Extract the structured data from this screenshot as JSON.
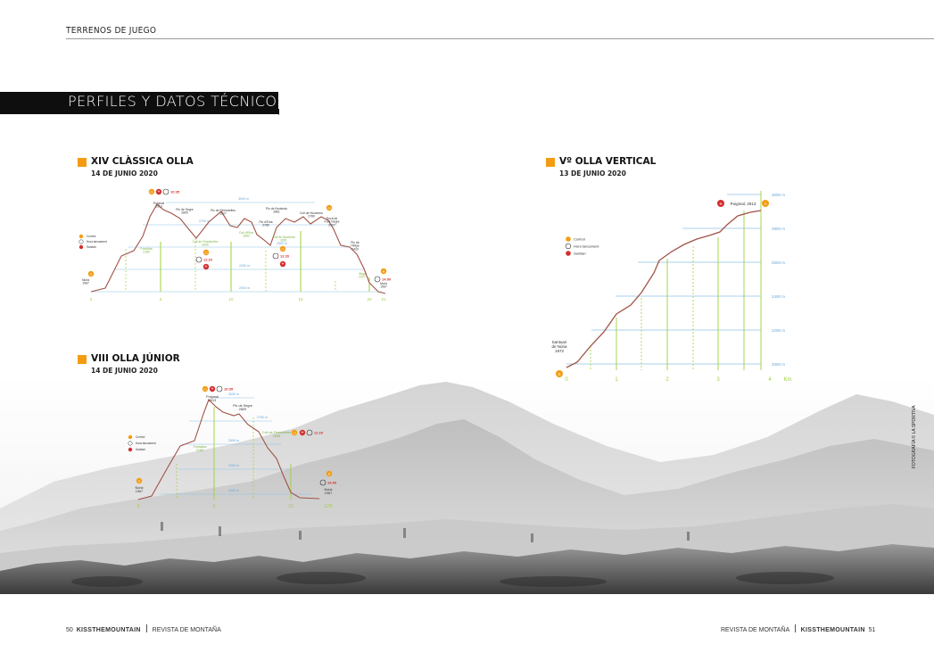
{
  "header": {
    "section": "TERRENOS DE JUEGO",
    "banner": "PERFILES Y DATOS TÉCNICOS"
  },
  "legend": {
    "control": "Control",
    "hora": "Hora tancament",
    "senior": "Sanitari"
  },
  "races": [
    {
      "title": "XIV CLÀSSICA OLLA",
      "date": "14 DE JUNIO 2020"
    },
    {
      "title": "Vº OLLA VERTICAL",
      "date": "13 DE JUNIO 2020"
    },
    {
      "title": "VIII OLLA JÚNIOR",
      "date": "14 DE JUNIO 2020"
    }
  ],
  "classica": {
    "points": [
      "Núria\n1967",
      "Fontalba\n2180",
      "Puigmal\n2913",
      "Pic de Segre\n2809",
      "Pic de Finestrelles\n2827",
      "Coll de Finestrelles\n2606",
      "Pic d'Eina\n2789",
      "Coll d'Eina\n2683",
      "Pic de Noufonts\n2861",
      "Coll de Noufonts\n2651",
      "Coll de Noucreus\n2789",
      "Roca de\nFont Negre\n2727",
      "Pic de\nl'Àliga\n2423",
      "Àliga\n2377",
      "Núria\n1967"
    ],
    "times": [
      "10:35",
      "11:20",
      "12:20",
      "14:00"
    ],
    "alts": [
      "3000 m",
      "2750 m",
      "2500 m",
      "2250 m",
      "2000 m"
    ],
    "km": [
      "0",
      "5",
      "10",
      "15",
      "20",
      "21"
    ],
    "badges": [
      "S",
      "C1",
      "C2",
      "C3",
      "C4",
      "A"
    ]
  },
  "vertical": {
    "labels": [
      "Santuari\nde Núria\n1972",
      "Puigmal, 2913"
    ],
    "alts": [
      "3000 m",
      "2800 m",
      "2600 m",
      "2400 m",
      "2200 m",
      "2000 m"
    ],
    "km": [
      "0",
      "1",
      "2",
      "3",
      "4",
      "Km"
    ],
    "badges": [
      "S",
      "A"
    ]
  },
  "junior": {
    "points": [
      "Núria\n1967",
      "Fontalba\n2180",
      "Puigmal\n2913",
      "Pic de Segre\n2809",
      "Coll de Finestrelles\n2606",
      "Núria\n1967"
    ],
    "times": [
      "10:35",
      "11:20",
      "14:00"
    ],
    "alts": [
      "3000 m",
      "2750 m",
      "2500 m",
      "2250 m",
      "2000 m"
    ],
    "km": [
      "0",
      "5",
      "10",
      "12'5"
    ],
    "badges": [
      "S",
      "C1",
      "C2",
      "A"
    ]
  },
  "footer": {
    "left_page": "50",
    "left_brand": "KISSTHEMOUNTAIN",
    "left_sub": "REVISTA DE MONTAÑA",
    "right_sub": "REVISTA DE MONTAÑA",
    "right_brand": "KISSTHEMOUNTAIN",
    "right_page": "51",
    "credit": "FOTOGRAFÍA © LA SPORTIVA"
  }
}
